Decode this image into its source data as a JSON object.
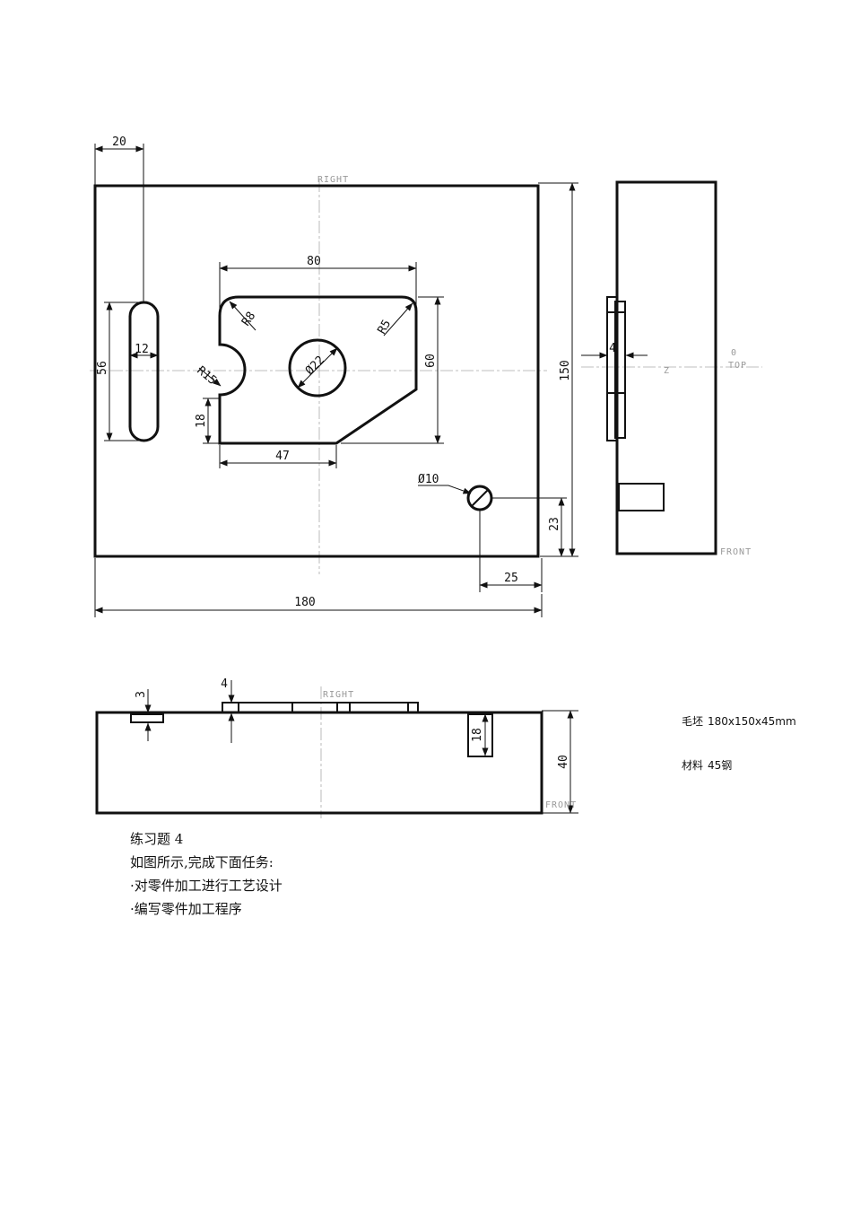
{
  "views": {
    "front_view": {
      "label_top": "RIGHT"
    },
    "side_view": {
      "label_bottom": "FRONT",
      "label_right": "TOP",
      "axis_label": "Z",
      "label_zero": "0"
    },
    "bottom_view": {
      "label_top": "RIGHT",
      "label_bottom": "FRONT"
    }
  },
  "dimensions": {
    "slot_offset": "20",
    "pocket_width": "80",
    "plate_length": "180",
    "plate_height": "150",
    "pocket_height": "60",
    "slot_length": "56",
    "slot_width": "12",
    "radius_r8": "R8",
    "radius_r5": "R5",
    "radius_r15": "R15",
    "pocket_step": "18",
    "pocket_bottom": "47",
    "center_hole": "Ø22",
    "small_hole": "Ø10",
    "hole_y": "23",
    "hole_x": "25",
    "side_width": "4",
    "slot_depth": "3",
    "boss_height": "4",
    "hole_depth": "18",
    "plate_thickness": "40"
  },
  "notes": {
    "blank_label": "毛坯",
    "blank_size": "180x150x45mm",
    "material_label": "材料",
    "material_value": "45钢"
  },
  "exercise": {
    "title": "练习题 4",
    "intro": "如图所示,完成下面任务:",
    "task1": "·对零件加工进行工艺设计",
    "task2": "·编写零件加工程序"
  }
}
